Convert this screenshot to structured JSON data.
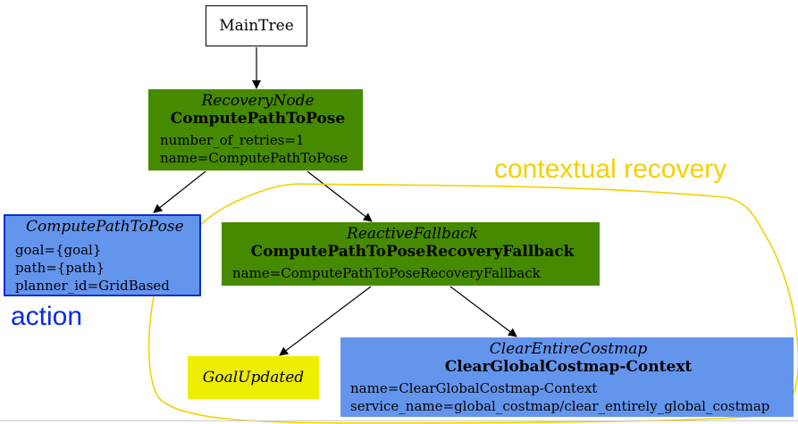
{
  "nodes": {
    "maintree": {
      "label": "MainTree"
    },
    "recovery": {
      "type": "RecoveryNode",
      "name": "ComputePathToPose",
      "params": [
        "number_of_retries=1",
        "name=ComputePathToPose"
      ],
      "color": "#468a00"
    },
    "compute": {
      "type": "ComputePathToPose",
      "params": [
        "goal={goal}",
        "path={path}",
        "planner_id=GridBased"
      ],
      "color": "#6495ed",
      "border": "#0a2be0"
    },
    "fallback": {
      "type": "ReactiveFallback",
      "name": "ComputePathToPoseRecoveryFallback",
      "params": [
        "name=ComputePathToPoseRecoveryFallback"
      ],
      "color": "#468a00"
    },
    "goal": {
      "type": "GoalUpdated",
      "color": "#eeee00"
    },
    "clear": {
      "type": "ClearEntireCostmap",
      "name": "ClearGlobalCostmap-Context",
      "params": [
        "name=ClearGlobalCostmap-Context",
        "service_name=global_costmap/clear_entirely_global_costmap"
      ],
      "color": "#6495ed"
    }
  },
  "annotations": {
    "contextual_recovery": {
      "text": "contextual recovery",
      "color": "#f5d000"
    },
    "action": {
      "text": "action",
      "color": "#0a2be0"
    }
  }
}
